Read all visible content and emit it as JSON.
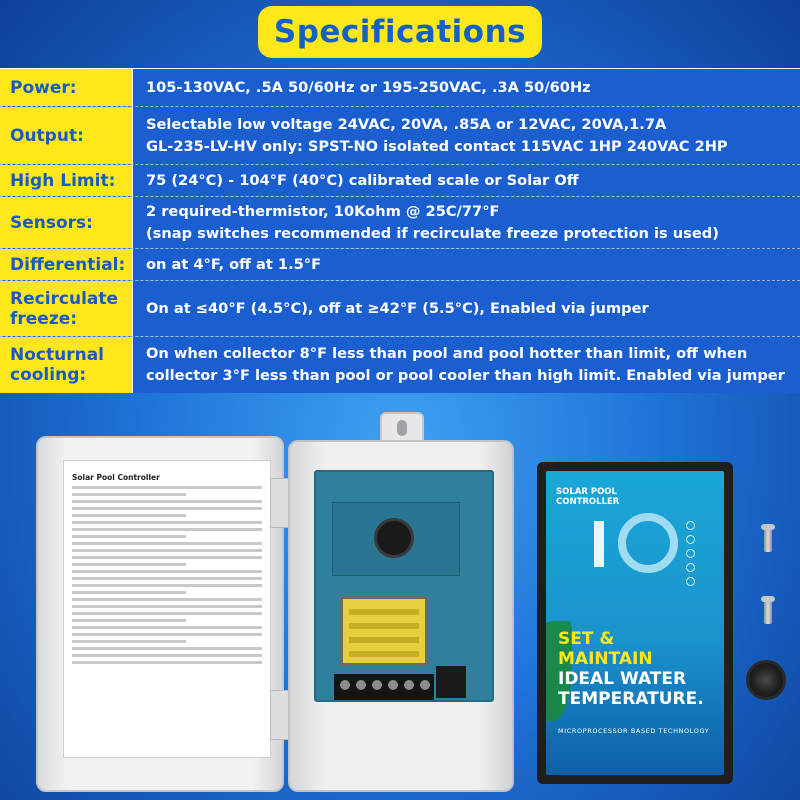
{
  "title": "Specifications",
  "specs": [
    {
      "label": "Power:",
      "lines": [
        "105-130VAC, .5A 50/60Hz or 195-250VAC, .3A 50/60Hz"
      ]
    },
    {
      "label": "Output:",
      "lines": [
        "Selectable low voltage 24VAC, 20VA, .85A or 12VAC, 20VA,1.7A",
        "GL-235-LV-HV only: SPST-NO isolated contact 115VAC 1HP 240VAC 2HP"
      ]
    },
    {
      "label": "High Limit:",
      "lines": [
        "75 (24°C) - 104°F (40°C) calibrated scale or Solar Off"
      ]
    },
    {
      "label": "Sensors:",
      "lines": [
        "2 required-thermistor, 10Kohm @ 25C/77°F",
        "(snap switches recommended if recirculate freeze protection is used)"
      ]
    },
    {
      "label": "Differential:",
      "lines": [
        "on at 4°F, off at 1.5°F"
      ]
    },
    {
      "label": "Recirculate freeze:",
      "lines": [
        "On at ≤40°F (4.5°C), off at ≥42°F (5.5°C), Enabled via jumper"
      ]
    },
    {
      "label": "Nocturnal cooling:",
      "lines": [
        "On when collector 8°F less than pool and pool hotter than limit, off when",
        "collector 3°F less than pool or pool cooler than high limit.  Enabled via jumper"
      ]
    }
  ],
  "product": {
    "lid_label_title": "Solar Pool Controller",
    "panel_brand_line1": "SOLAR POOL",
    "panel_brand_line2": "CONTROLLER",
    "slogan_line1": "SET &",
    "slogan_line2": "MAINTAIN",
    "slogan_line3": "IDEAL WATER",
    "slogan_line4": "TEMPERATURE.",
    "micro_text": "MICROPROCESSOR BASED TECHNOLOGY"
  }
}
